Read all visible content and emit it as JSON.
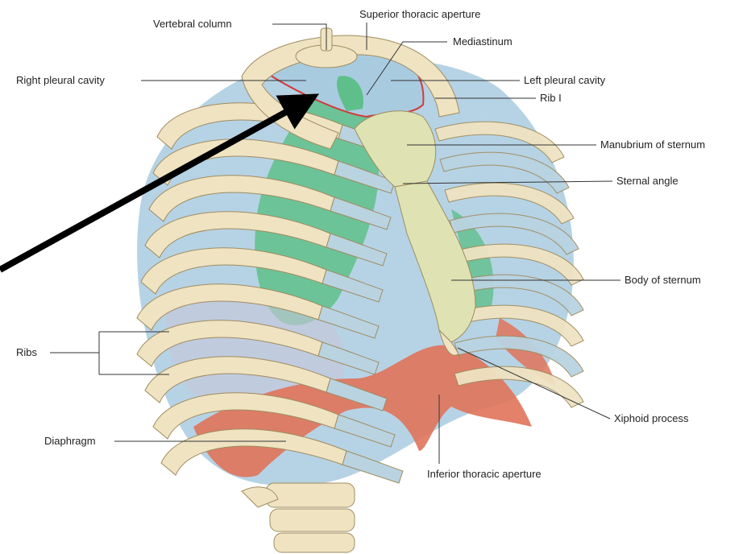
{
  "labels": {
    "vertebral_column": "Vertebral column",
    "superior_thoracic_aperture": "Superior thoracic aperture",
    "mediastinum": "Mediastinum",
    "right_pleural_cavity": "Right pleural cavity",
    "left_pleural_cavity": "Left pleural cavity",
    "rib_1": "Rib I",
    "manubrium_of_sternum": "Manubrium of sternum",
    "sternal_angle": "Sternal angle",
    "body_of_sternum": "Body of sternum",
    "ribs": "Ribs",
    "xiphoid_process": "Xiphoid process",
    "diaphragm": "Diaphragm",
    "inferior_thoracic_aperture": "Inferior thoracic aperture"
  },
  "colors": {
    "bone": "#efe3c2",
    "bone_outline": "#a08c5f",
    "cartilage": "#b9d3e1",
    "pleura": "#a9cbe0",
    "mediastinum": "#5fbf8a",
    "diaphragm": "#e0735a",
    "aperture_outline": "#d23b3b",
    "arrow": "#000000"
  },
  "arrow_icon": "arrow-pointer-icon"
}
